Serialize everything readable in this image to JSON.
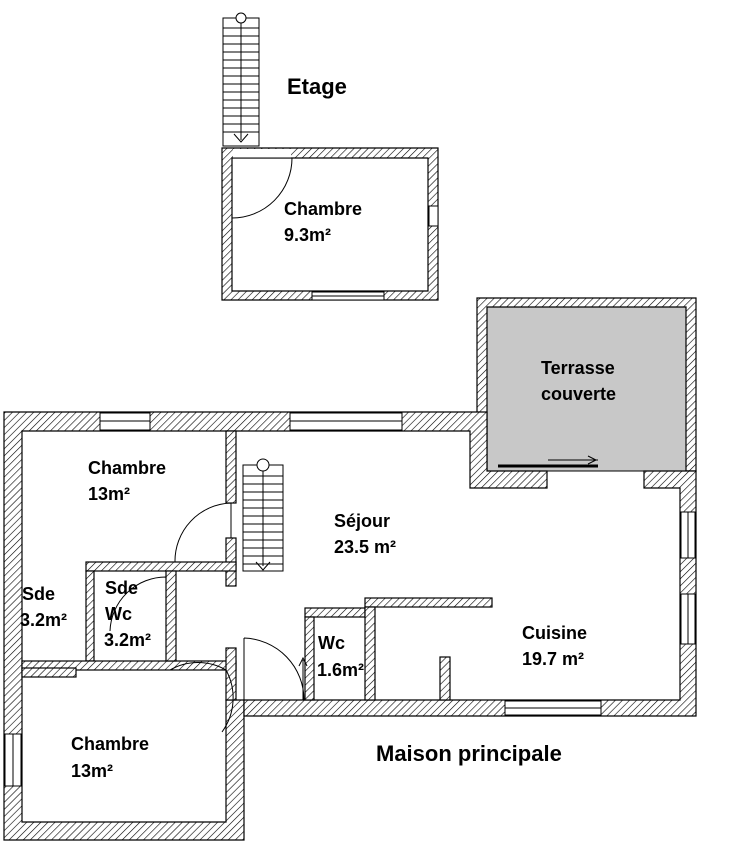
{
  "titles": {
    "upper_floor": "Etage",
    "main_house": "Maison principale"
  },
  "rooms": {
    "upstairs_bedroom": {
      "name": "Chambre",
      "area": "9.3m²"
    },
    "covered_terrace": {
      "name": "Terrasse",
      "name_line2": "couverte"
    },
    "bedroom_north": {
      "name": "Chambre",
      "area": "13m²"
    },
    "living_room": {
      "name": "Séjour",
      "area": "23.5 m²"
    },
    "bathroom_west": {
      "name": "Sde",
      "area": "3.2m²"
    },
    "bathroom_wc": {
      "name": "Sde",
      "name_line2": "Wc",
      "area": "3.2m²"
    },
    "wc": {
      "name": "Wc",
      "area": "1.6m²"
    },
    "kitchen": {
      "name": "Cuisine",
      "area": "19.7 m²"
    },
    "bedroom_south": {
      "name": "Chambre",
      "area": "13m²"
    }
  },
  "colors": {
    "wall_hatch": "#000000",
    "terrace_fill": "#c8c8c8",
    "background": "#ffffff"
  }
}
